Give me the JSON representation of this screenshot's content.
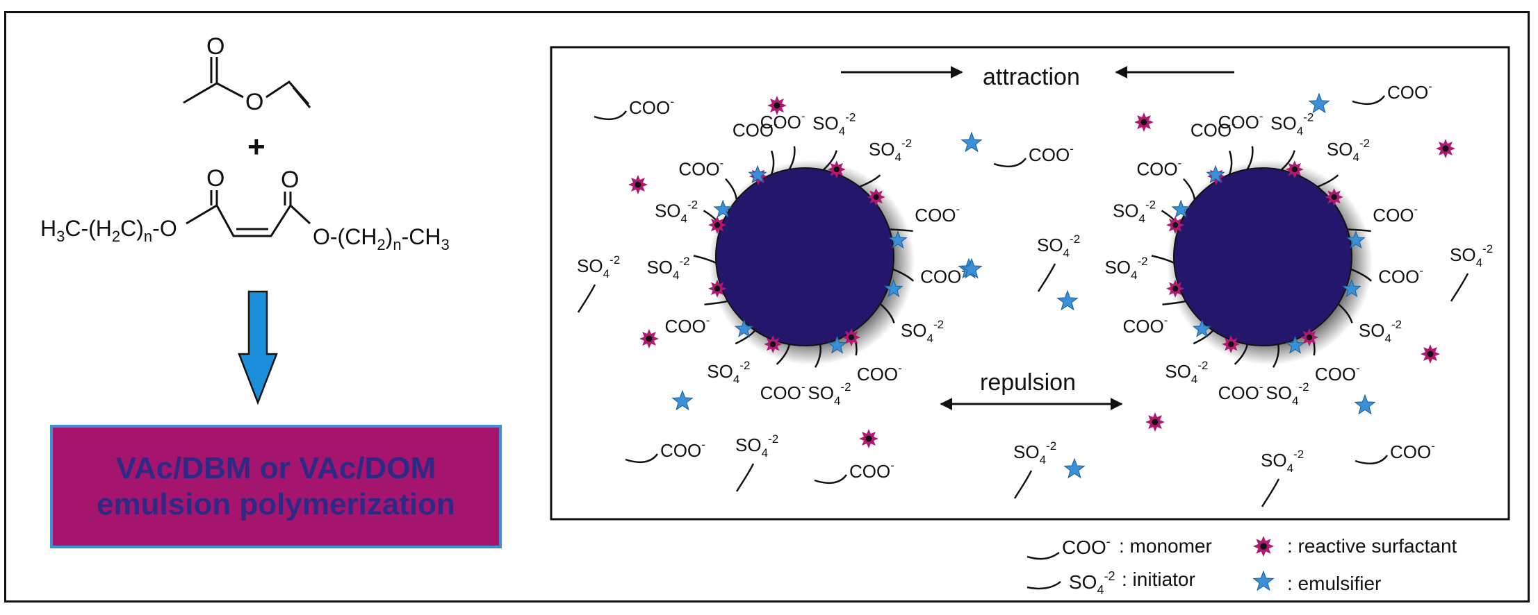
{
  "reaction": {
    "plus": "+",
    "dialkyl_left": "H",
    "dialkyl_left_sub3": "3",
    "dialkyl_left_c": "C-(H",
    "dialkyl_left_sub2": "2",
    "dialkyl_left_cn": "C)",
    "sub_n": "n",
    "dialkyl_left_o": "-O",
    "dialkyl_right_o": "O-(CH",
    "dialkyl_right_sub2": "2",
    "dialkyl_right_close": ")",
    "dialkyl_right_ch": "-CH",
    "dialkyl_right_sub3": "3",
    "atom_o": "O"
  },
  "process_box": {
    "line1": "VAc/DBM or VAc/DOM",
    "line2": "emulsion polymerization"
  },
  "labels": {
    "attraction": "attraction",
    "repulsion": "repulsion",
    "coo": "COO",
    "coo_sup": "-",
    "so4": "SO",
    "so4_sub": "4",
    "so4_sup": "-2"
  },
  "legend": {
    "monomer": ": monomer",
    "initiator": ": initiator",
    "reactive_surfactant": ": reactive surfactant",
    "emulsifier": ": emulsifier"
  },
  "colors": {
    "particle": "#24176b",
    "surfactant": "#b01872",
    "emulsifier": "#3a8fd6",
    "arrow_blue": "#1b8fd9",
    "box_fill": "#a5156e",
    "box_text": "#2c2a86"
  }
}
